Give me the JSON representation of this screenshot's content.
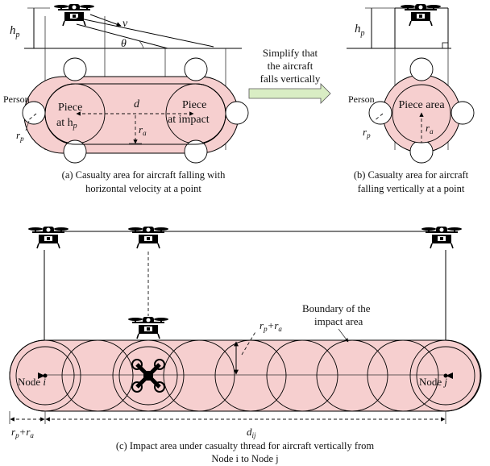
{
  "panel_a": {
    "h_label": "h",
    "h_sub": "p",
    "v_label": "v",
    "theta_label": "θ",
    "person_label": "Person",
    "rp_label": "r",
    "rp_sub": "p",
    "piece_h_line1": "Piece",
    "piece_h_line2": "at h",
    "piece_h_sub": "p",
    "piece_impact_line1": "Piece",
    "piece_impact_line2": "at impact",
    "d_label": "d",
    "ra_label": "r",
    "ra_sub": "a",
    "caption_line1": "(a) Casualty area for aircraft falling with",
    "caption_line2": "horizontal velocity at a point"
  },
  "arrow": {
    "line1": "Simplify that",
    "line2": "the aircraft",
    "line3": "falls vertically",
    "fill_color": "#d9edc4"
  },
  "panel_b": {
    "h_label": "h",
    "h_sub": "p",
    "person_label": "Person",
    "piece_label": "Piece area",
    "rp_label": "r",
    "rp_sub": "p",
    "ra_label": "r",
    "ra_sub": "a",
    "caption_line1": "(b) Casualty area for aircraft",
    "caption_line2": "falling vertically at a point"
  },
  "panel_c": {
    "boundary_line1": "Boundary of the",
    "boundary_line2": "impact area",
    "rpra_label": "r",
    "rpra_sub1": "p",
    "rpra_plus": "+r",
    "rpra_sub2": "a",
    "node_i": "Node ",
    "node_i_var": "i",
    "node_j": "Node ",
    "node_j_var": "j",
    "bottom_rp": "r",
    "bottom_rp_sub1": "p",
    "bottom_plus": "+r",
    "bottom_ra_sub2": "a",
    "dij_label": "d",
    "dij_sub": "ij",
    "caption_line1": "(c) Impact area under casualty thread for aircraft  vertically from",
    "caption_line2": "Node i to Node j"
  },
  "colors": {
    "impact_area": "#f6cfcf",
    "line": "#000000"
  }
}
